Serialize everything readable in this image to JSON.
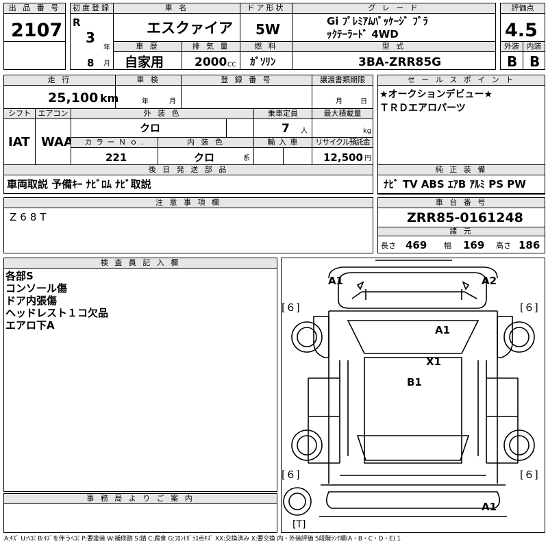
{
  "headers": {
    "lot_no": "出 品 番 号",
    "first_reg": "初度登録",
    "car_name": "車 名",
    "door": "ドア形状",
    "grade": "グ レ ー ド",
    "score": "評価点",
    "history": "車 歴",
    "displacement": "排 気 量",
    "fuel": "燃 料",
    "model_code": "型 式",
    "exterior": "外装",
    "interior": "内装",
    "mileage": "走 行",
    "inspection": "車 検",
    "reg_no": "登 録 番 号",
    "transfer": "譲渡書類期限",
    "sales_point": "セ ー ル ス ポ イ ン ト",
    "shift": "シフト",
    "aircon": "エアコン",
    "ext_color": "外 装 色",
    "capacity": "乗車定員",
    "max_load": "最大積載量",
    "color_no": "カ ラ ー Ｎ ｏ .",
    "int_color": "内 装 色",
    "import": "輸 入 車",
    "recycle": "リサイクル預託金",
    "later_parts": "後 日 発 送 部 品",
    "genuine": "純 正 装 備",
    "notes": "注 意 事 項 欄",
    "chassis": "車 台 番 号",
    "dimensions": "諸 元",
    "inspector": "検 査 員 記 入 欄",
    "office": "事 務 局 よ り ご 案 内"
  },
  "units": {
    "year": "年",
    "month": "月",
    "cc": "CC",
    "km": "km",
    "persons": "人",
    "kg": "kg",
    "yen": "円",
    "kei": "系",
    "length": "長さ",
    "width": "幅",
    "height": "高さ"
  },
  "vehicle": {
    "lot_no": "2107",
    "era": "R",
    "year": "3",
    "month": "8",
    "name": "エスクァイア",
    "door": "5W",
    "grade_line1": "Gi ﾌﾟﾚﾐｱﾑﾊﾟｯｹｰｼﾞ ﾌﾞﾗ",
    "grade_line2": "ｯｸﾃｰﾗｰﾄﾞ 4WD",
    "score": "4.5",
    "history": "自家用",
    "displacement": "2000",
    "fuel": "ｶﾞｿﾘﾝ",
    "model_code": "3BA-ZRR85G",
    "exterior_grade": "B",
    "interior_grade": "B",
    "mileage": "25,100",
    "shift": "IAT",
    "aircon": "WAA",
    "ext_color": "クロ",
    "capacity": "7",
    "color_no": "221",
    "int_color": "クロ",
    "recycle": "12,500",
    "chassis": "ZRR85-0161248",
    "length": "469",
    "width": "169",
    "height": "186"
  },
  "sales_points": [
    "★オークションデビュー★",
    "ＴＲＤエアロパーツ"
  ],
  "later_parts": "車両取説 予備ｷｰ ﾅﾋﾞﾛﾑ ﾅﾋﾞ取説",
  "genuine_equipment": "ﾅﾋﾞ TV ABS ｴｱB ｱﾙﾐ PS PW",
  "notes_text": "Z68T",
  "inspector_notes": [
    "各部S",
    "コンソール傷",
    "ドア内張傷",
    "ヘッドレスト１コ欠品",
    "エアロ下A"
  ],
  "diagram_marks": {
    "front_left": "A1",
    "front_right": "A2",
    "roof": "A1",
    "roof2": "X1",
    "rear_roof": "B1",
    "rear": "A1",
    "tire_fl": "６",
    "tire_fr": "６",
    "tire_rl": "６",
    "tire_rr": "６",
    "spare": "T"
  },
  "legend": "A:ｷｽﾞ U:ﾍｺﾐ B:ｷｽﾞを伴うﾍｺﾐ P:要塗装 W:補修跡 S:錆 C:腐食 G:ﾌﾛﾝﾄｶﾞﾗｽ点ｷｽﾞ XX:交換済み X:要交換 内・外装評価 5段階ﾗﾝｸ順(A・B・C・D・E) 1"
}
